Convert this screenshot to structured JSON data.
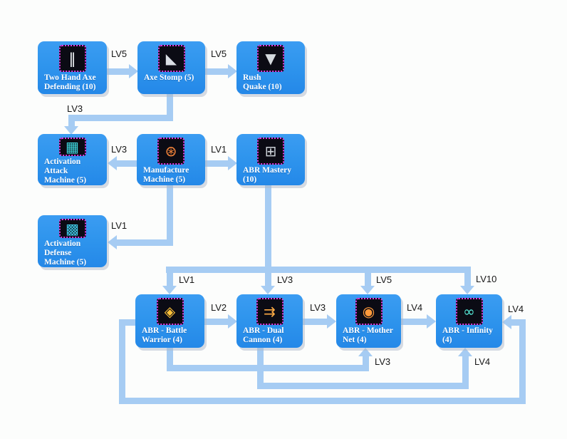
{
  "background_color": "#fcfdfc",
  "colors": {
    "node_fill": "#2f95ed",
    "node_text": "#ffffff",
    "connector": "#a6ccf3",
    "level_label_text": "#171717",
    "icon_border": "#e23ae2",
    "icon_background": "#0b0b14",
    "node_shadow": "#adb8c7"
  },
  "skill_tree": {
    "nodes": [
      {
        "id": "two-hand-axe-defending",
        "name": "Two Hand Axe Defending",
        "max_level": 10,
        "label": "Two Hand Axe\nDefending (10)",
        "icon": "two-hand-axe-icon",
        "glyph": "‖",
        "glyph_style": "color:#eef2f5"
      },
      {
        "id": "axe-stomp",
        "name": "Axe Stomp",
        "max_level": 5,
        "label": "Axe Stomp (5)",
        "icon": "axe-stomp-icon",
        "glyph": "◣",
        "glyph_style": "color:#d9dee4"
      },
      {
        "id": "rush-quake",
        "name": "Rush Quake",
        "max_level": 10,
        "label": "Rush\nQuake (10)",
        "icon": "rush-quake-icon",
        "glyph": "▼",
        "glyph_style": "color:#d4d9de"
      },
      {
        "id": "activation-attack-machine",
        "name": "Activation Attack Machine",
        "max_level": 5,
        "label": "Activation Attack\nMachine (5)",
        "icon": "attack-machine-chip-icon",
        "glyph": "▦",
        "glyph_style": "color:#3fd9e0"
      },
      {
        "id": "manufacture-machine",
        "name": "Manufacture Machine",
        "max_level": 5,
        "label": "Manufacture\nMachine (5)",
        "icon": "manufacture-tools-icon",
        "glyph": "⊛",
        "glyph_style": "color:#ff8a3c"
      },
      {
        "id": "abr-mastery",
        "name": "ABR Mastery",
        "max_level": 10,
        "label": "ABR Mastery\n(10)",
        "icon": "abr-parts-icon",
        "glyph": "⊞",
        "glyph_style": "color:#ccd2d8"
      },
      {
        "id": "activation-defense-machine",
        "name": "Activation Defense Machine",
        "max_level": 5,
        "label": "Activation Defense\nMachine (5)",
        "icon": "defense-machine-circuit-icon",
        "glyph": "▩",
        "glyph_style": "color:#3fc9e8"
      },
      {
        "id": "abr-battle-warrior",
        "name": "ABR - Battle Warrior",
        "max_level": 4,
        "label": "ABR - Battle\nWarrior (4)",
        "icon": "battle-warrior-robot-icon",
        "glyph": "◈",
        "glyph_style": "color:#ffc23a"
      },
      {
        "id": "abr-dual-cannon",
        "name": "ABR - Dual Cannon",
        "max_level": 4,
        "label": "ABR - Dual\nCannon (4)",
        "icon": "dual-cannon-missiles-icon",
        "glyph": "⇉",
        "glyph_style": "color:#ffab45"
      },
      {
        "id": "abr-mother-net",
        "name": "ABR - Mother Net",
        "max_level": 4,
        "label": "ABR - Mother\nNet (4)",
        "icon": "mother-net-core-icon",
        "glyph": "◉",
        "glyph_style": "color:#ff9a3c"
      },
      {
        "id": "abr-infinity",
        "name": "ABR - Infinity",
        "max_level": 4,
        "label": "ABR - Infinity\n(4)",
        "icon": "infinity-symbol-icon",
        "glyph": "∞",
        "glyph_style": "color:#56ead9"
      }
    ],
    "edges": [
      {
        "from": "two-hand-axe-defending",
        "to": "axe-stomp",
        "level": "LV5"
      },
      {
        "from": "axe-stomp",
        "to": "rush-quake",
        "level": "LV5"
      },
      {
        "from": "axe-stomp",
        "to": "activation-attack-machine",
        "level": "LV3"
      },
      {
        "from": "manufacture-machine",
        "to": "activation-attack-machine",
        "level": "LV3"
      },
      {
        "from": "manufacture-machine",
        "to": "abr-mastery",
        "level": "LV1"
      },
      {
        "from": "manufacture-machine",
        "to": "activation-defense-machine",
        "level": "LV1"
      },
      {
        "from": "abr-mastery",
        "to": "abr-battle-warrior",
        "level": "LV1"
      },
      {
        "from": "abr-mastery",
        "to": "abr-dual-cannon",
        "level": "LV3"
      },
      {
        "from": "abr-mastery",
        "to": "abr-mother-net",
        "level": "LV5"
      },
      {
        "from": "abr-mastery",
        "to": "abr-infinity",
        "level": "LV10"
      },
      {
        "from": "abr-battle-warrior",
        "to": "abr-dual-cannon",
        "level": "LV2"
      },
      {
        "from": "abr-dual-cannon",
        "to": "abr-mother-net",
        "level": "LV3"
      },
      {
        "from": "abr-mother-net",
        "to": "abr-infinity",
        "level": "LV4"
      },
      {
        "from": "abr-battle-warrior",
        "to": "abr-infinity",
        "level": "LV4"
      },
      {
        "from": "abr-battle-warrior",
        "to": "abr-mother-net",
        "level": "LV3"
      },
      {
        "from": "abr-dual-cannon",
        "to": "abr-infinity",
        "level": "LV4"
      }
    ]
  }
}
